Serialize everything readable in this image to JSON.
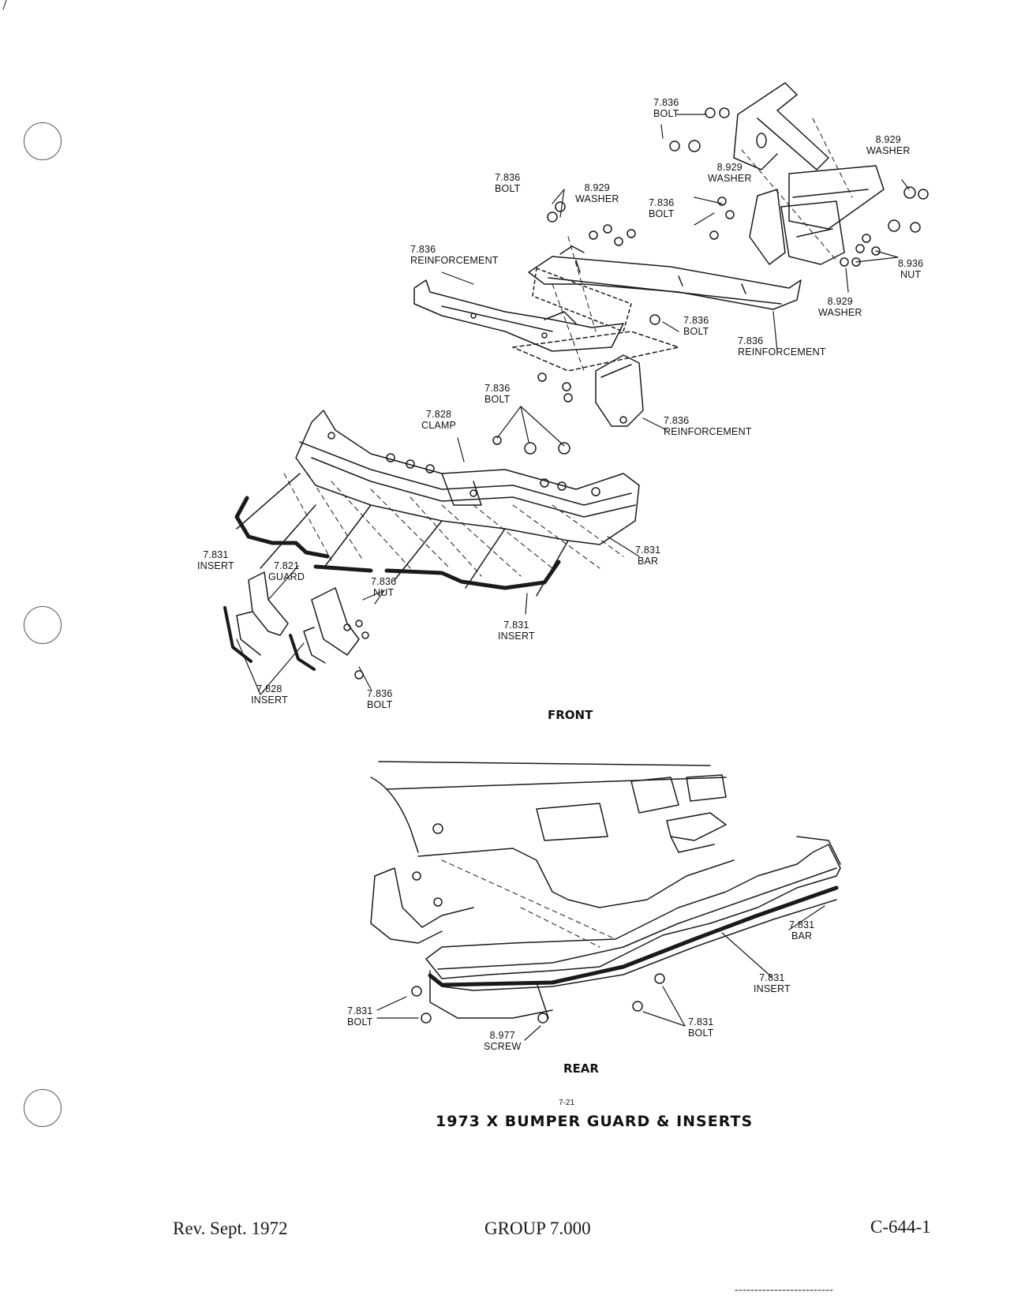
{
  "front_section": {
    "caption": "FRONT",
    "labels": {
      "bolt_top_right": [
        "7.836",
        "BOLT"
      ],
      "washer_top_right": [
        "8.929",
        "WASHER"
      ],
      "washer_mid": [
        "8.929",
        "WASHER"
      ],
      "bolt_upper_left": [
        "7.836",
        "BOLT"
      ],
      "washer_upper": [
        "8.929",
        "WASHER"
      ],
      "bolt_right_bracket": [
        "7.836",
        "BOLT"
      ],
      "reinforcement_left": [
        "7.836",
        "REINFORCEMENT"
      ],
      "nut_right": [
        "8.936",
        "NUT"
      ],
      "washer_lower_right": [
        "8.929",
        "WASHER"
      ],
      "bolt_center": [
        "7.836",
        "BOLT"
      ],
      "reinforcement_right": [
        "7.836",
        "REINFORCEMENT"
      ],
      "bolt_clamp": [
        "7.836",
        "BOLT"
      ],
      "clamp": [
        "7.828",
        "CLAMP"
      ],
      "reinforcement_lower": [
        "7.836",
        "REINFORCEMENT"
      ],
      "insert_left": [
        "7.831",
        "INSERT"
      ],
      "guard": [
        "7.821",
        "GUARD"
      ],
      "nut_guard": [
        "7.836",
        "NUT"
      ],
      "bar_front": [
        "7.831",
        "BAR"
      ],
      "insert_center": [
        "7.831",
        "INSERT"
      ],
      "guard_insert": [
        "7.828",
        "INSERT"
      ],
      "guard_bolt": [
        "7.836",
        "BOLT"
      ]
    }
  },
  "rear_section": {
    "caption": "REAR",
    "labels": {
      "bar_rear": [
        "7.831",
        "BAR"
      ],
      "insert_rear": [
        "7.831",
        "INSERT"
      ],
      "bolt_rear_left": [
        "7.831",
        "BOLT"
      ],
      "bolt_rear_right": [
        "7.831",
        "BOLT"
      ],
      "screw": [
        "8.977",
        "SCREW"
      ]
    }
  },
  "page_number": "7-21",
  "title": "1973 X BUMPER GUARD & INSERTS",
  "footer": {
    "revision": "Rev. Sept. 1972",
    "group": "GROUP 7.000",
    "code": "C-644-1"
  }
}
